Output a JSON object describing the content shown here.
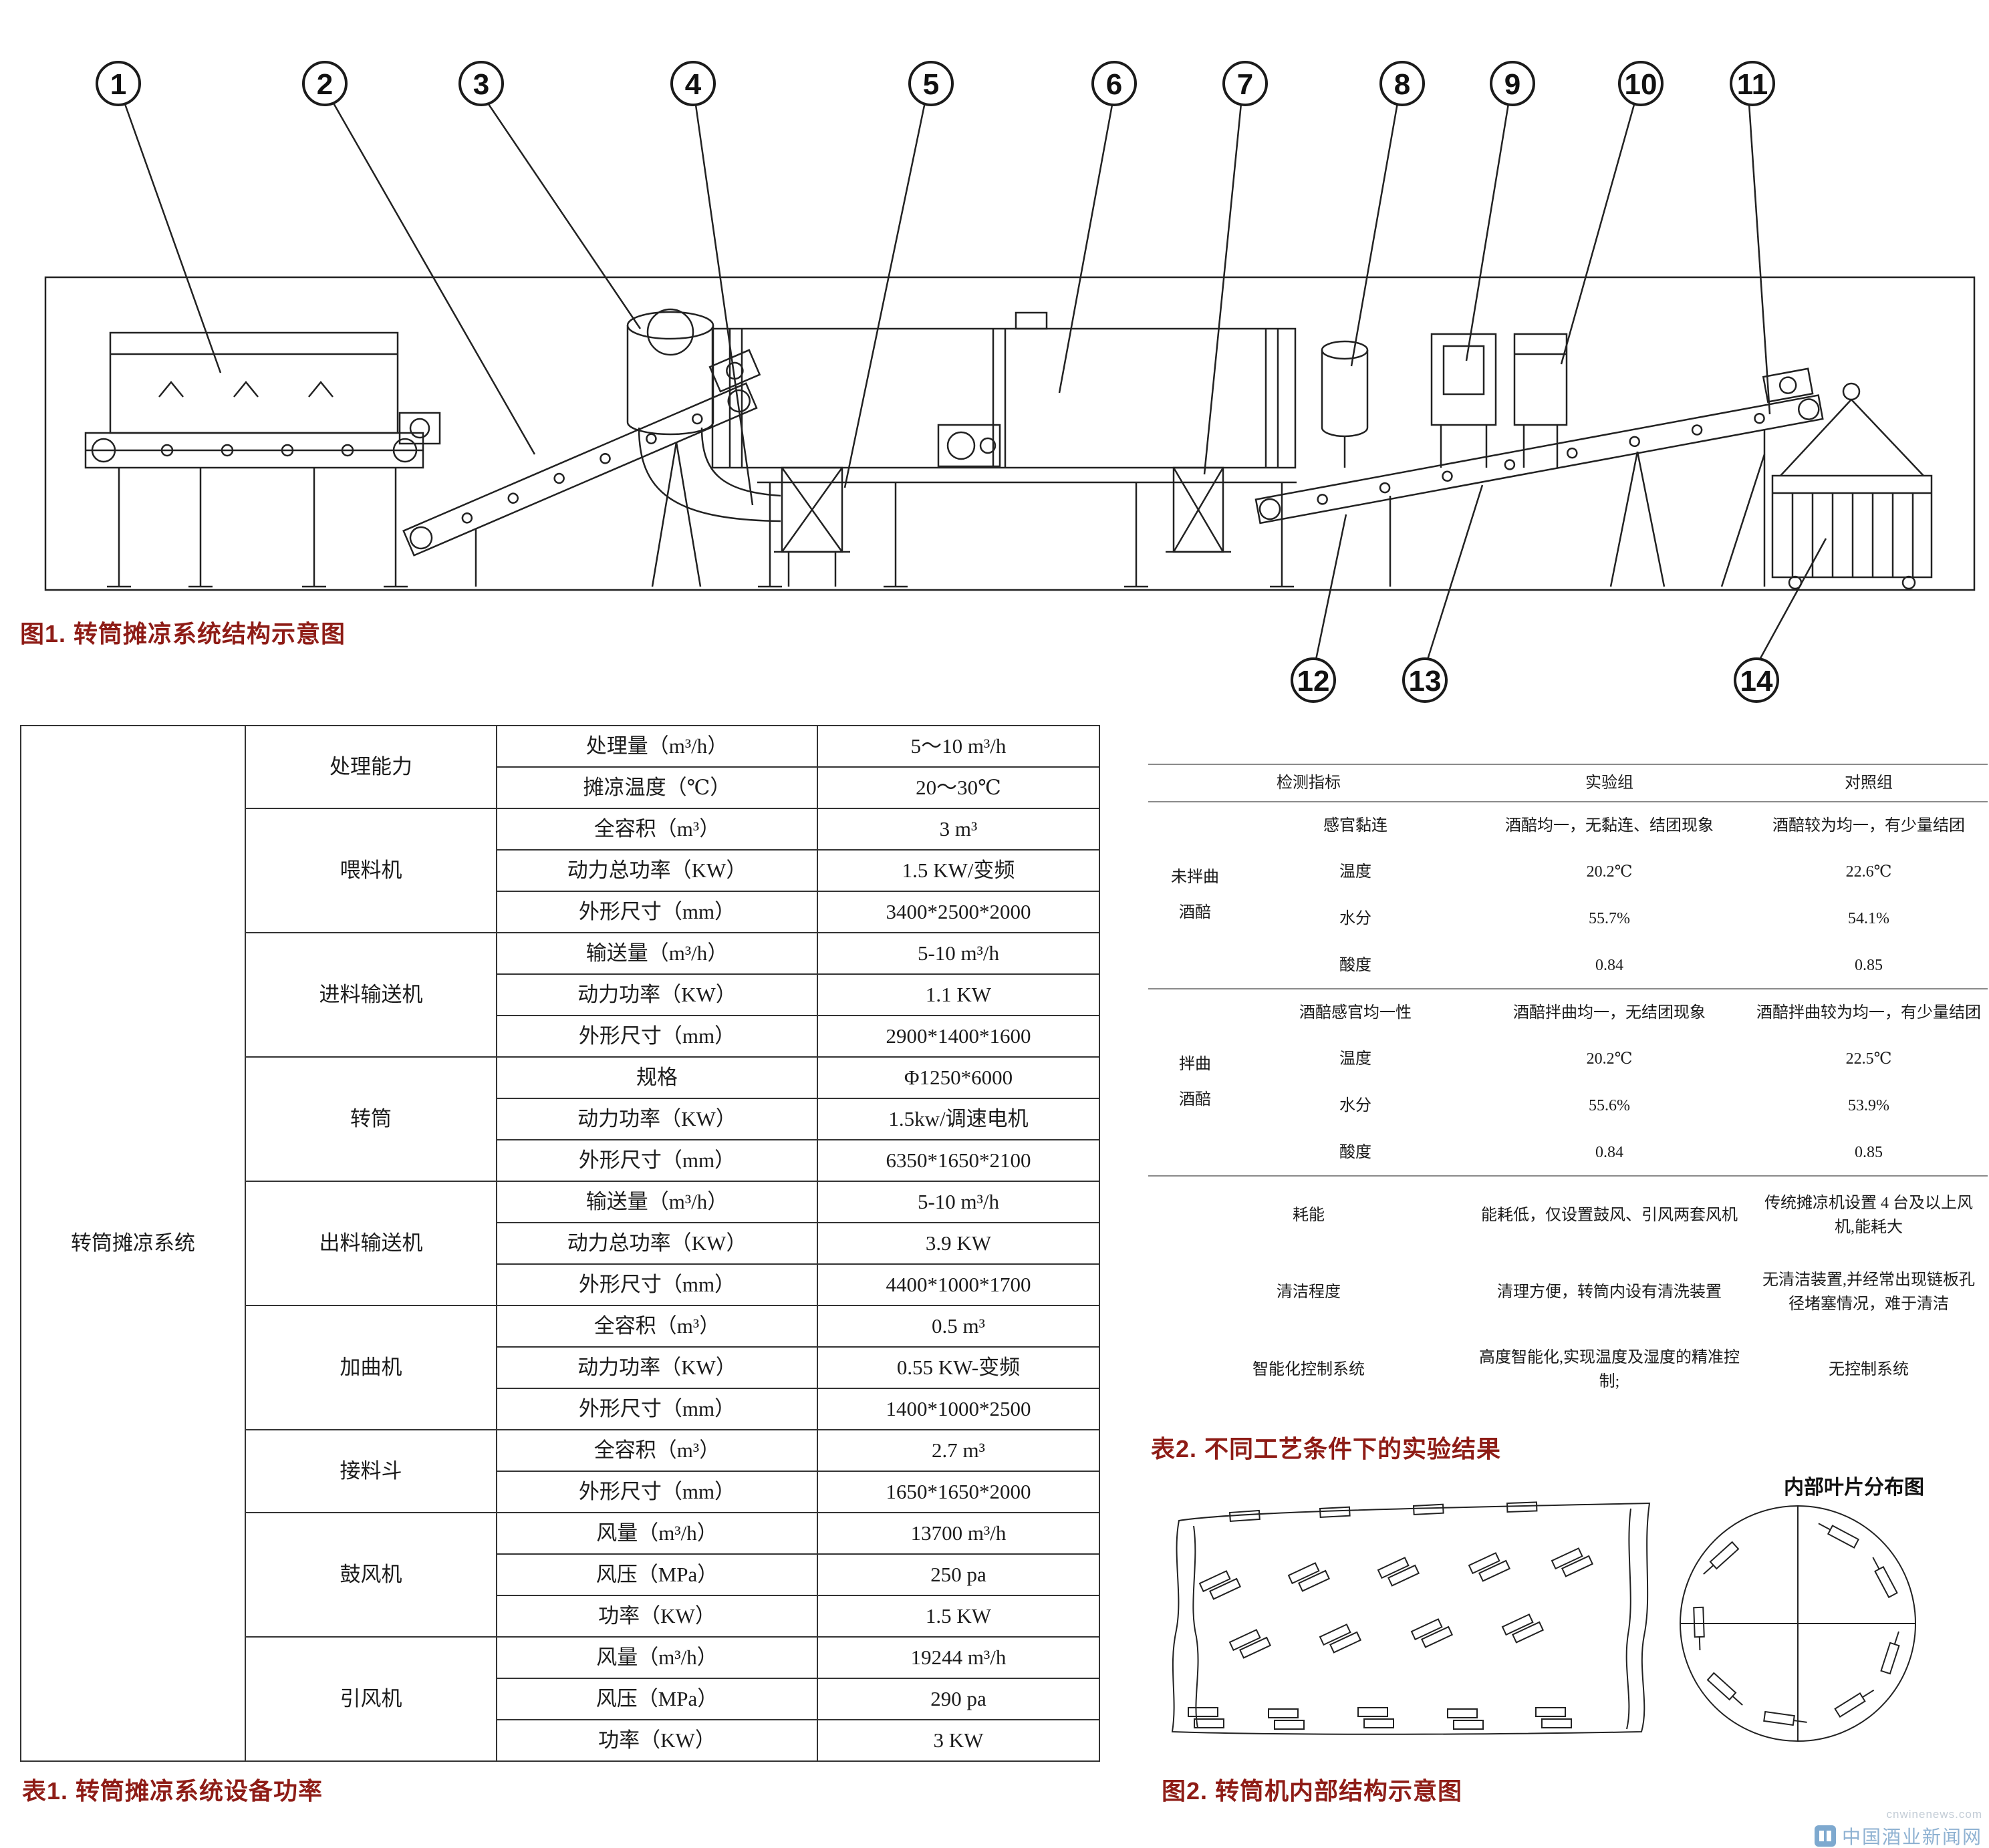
{
  "figure1": {
    "caption": "图1. 转筒摊凉系统结构示意图",
    "callouts": [
      "1",
      "2",
      "3",
      "4",
      "5",
      "6",
      "7",
      "8",
      "9",
      "10",
      "11",
      "12",
      "13",
      "14"
    ]
  },
  "table1": {
    "caption": "表1. 转筒摊凉系统设备功率",
    "system_label": "转筒摊凉系统",
    "groups": [
      {
        "name": "处理能力",
        "rows": [
          [
            "处理量（m³/h）",
            "5～10 m³/h"
          ],
          [
            "摊凉温度（℃）",
            "20～30℃"
          ]
        ]
      },
      {
        "name": "喂料机",
        "rows": [
          [
            "全容积（m³）",
            "3 m³"
          ],
          [
            "动力总功率（KW）",
            "1.5 KW/变频"
          ],
          [
            "外形尺寸（mm）",
            "3400*2500*2000"
          ]
        ]
      },
      {
        "name": "进料输送机",
        "rows": [
          [
            "输送量（m³/h）",
            "5-10 m³/h"
          ],
          [
            "动力功率（KW）",
            "1.1 KW"
          ],
          [
            "外形尺寸（mm）",
            "2900*1400*1600"
          ]
        ]
      },
      {
        "name": "转筒",
        "rows": [
          [
            "规格",
            "Φ1250*6000"
          ],
          [
            "动力功率（KW）",
            "1.5kw/调速电机"
          ],
          [
            "外形尺寸（mm）",
            "6350*1650*2100"
          ]
        ]
      },
      {
        "name": "出料输送机",
        "rows": [
          [
            "输送量（m³/h）",
            "5-10 m³/h"
          ],
          [
            "动力总功率（KW）",
            "3.9 KW"
          ],
          [
            "外形尺寸（mm）",
            "4400*1000*1700"
          ]
        ]
      },
      {
        "name": "加曲机",
        "rows": [
          [
            "全容积（m³）",
            "0.5 m³"
          ],
          [
            "动力功率（KW）",
            "0.55 KW-变频"
          ],
          [
            "外形尺寸（mm）",
            "1400*1000*2500"
          ]
        ]
      },
      {
        "name": "接料斗",
        "rows": [
          [
            "全容积（m³）",
            "2.7 m³"
          ],
          [
            "外形尺寸（mm）",
            "1650*1650*2000"
          ]
        ]
      },
      {
        "name": "鼓风机",
        "rows": [
          [
            "风量（m³/h）",
            "13700 m³/h"
          ],
          [
            "风压（MPa）",
            "250 pa"
          ],
          [
            "功率（KW）",
            "1.5 KW"
          ]
        ]
      },
      {
        "name": "引风机",
        "rows": [
          [
            "风量（m³/h）",
            "19244 m³/h"
          ],
          [
            "风压（MPa）",
            "290 pa"
          ],
          [
            "功率（KW）",
            "3 KW"
          ]
        ]
      }
    ]
  },
  "table2": {
    "caption": "表2. 不同工艺条件下的实验结果",
    "headers": {
      "indicator": "检测指标",
      "experimental": "实验组",
      "control": "对照组"
    },
    "sections": [
      {
        "group": "未拌曲\n酒醅",
        "rows": [
          [
            "感官黏连",
            "酒醅均一，无黏连、结团现象",
            "酒醅较为均一，有少量结团"
          ],
          [
            "温度",
            "20.2℃",
            "22.6℃"
          ],
          [
            "水分",
            "55.7%",
            "54.1%"
          ],
          [
            "酸度",
            "0.84",
            "0.85"
          ]
        ]
      },
      {
        "group": "拌曲\n酒醅",
        "rows": [
          [
            "酒醅感官均一性",
            "酒醅拌曲均一，无结团现象",
            "酒醅拌曲较为均一，有少量结团"
          ],
          [
            "温度",
            "20.2℃",
            "22.5℃"
          ],
          [
            "水分",
            "55.6%",
            "53.9%"
          ],
          [
            "酸度",
            "0.84",
            "0.85"
          ]
        ]
      },
      {
        "group": "",
        "rows": [
          [
            "耗能",
            "能耗低，仅设置鼓风、引风两套风机",
            "传统摊凉机设置 4 台及以上风机,能耗大"
          ],
          [
            "清洁程度",
            "清理方便，转筒内设有清洗装置",
            "无清洁装置,并经常出现链板孔径堵塞情况，难于清洁"
          ],
          [
            "智能化控制系统",
            "高度智能化,实现温度及湿度的精准控制;",
            "无控制系统"
          ]
        ]
      }
    ]
  },
  "figure2": {
    "caption": "图2. 转筒机内部结构示意图",
    "inset_title": "内部叶片分布图"
  },
  "watermark": {
    "domain": "cnwinenews.com",
    "site_name": "中国酒业新闻网"
  }
}
